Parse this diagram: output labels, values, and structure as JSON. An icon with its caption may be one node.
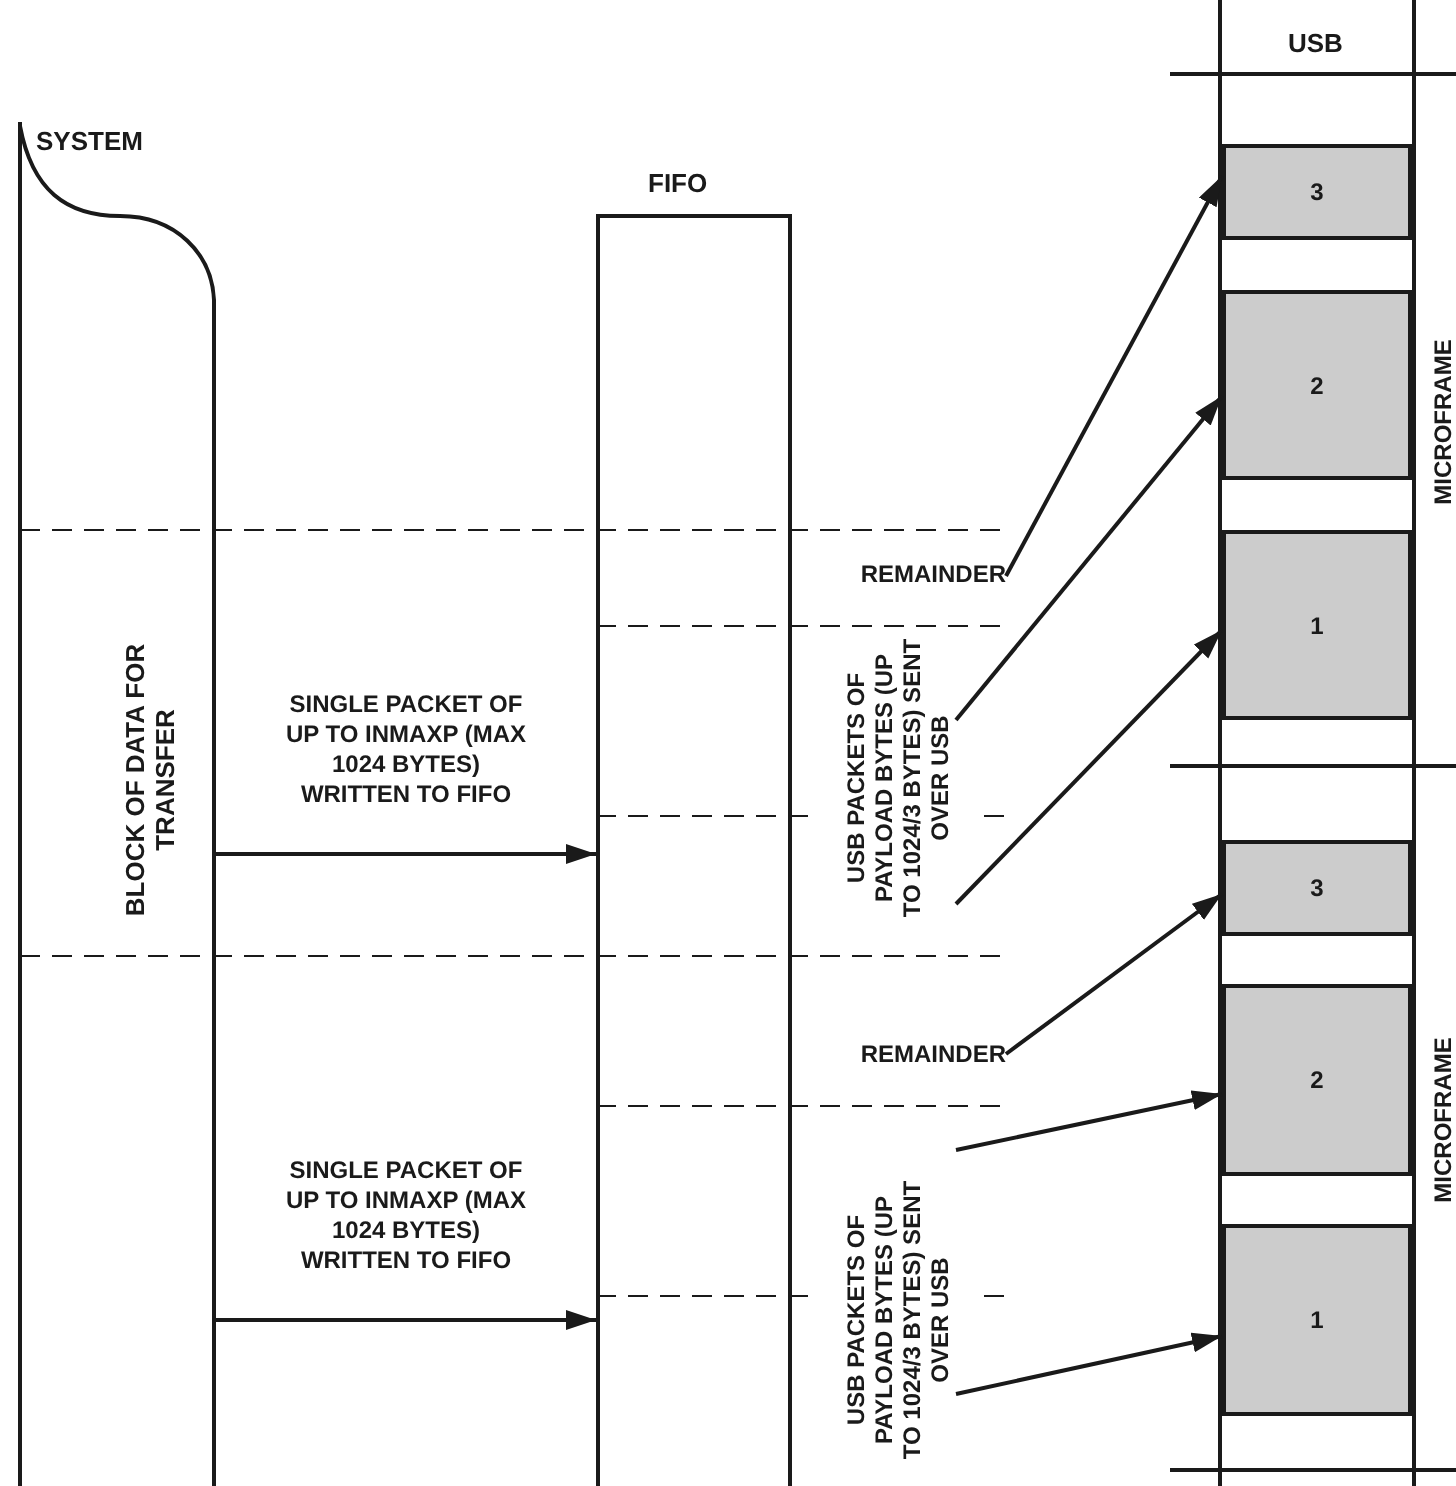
{
  "diagram": {
    "nodes": [
      {
        "text": [
          "SYSTEM",
          "BLOCK OF DATA FOR TRANSFER"
        ]
      },
      {
        "text": [
          "FIFO"
        ]
      },
      {
        "text": [
          "USB"
        ]
      },
      {
        "text": [
          "MICROFRAME"
        ],
        "in": 2
      },
      {
        "text": [
          "3"
        ],
        "in": 3
      },
      {
        "text": [
          "2"
        ],
        "in": 3
      },
      {
        "text": [
          "1"
        ],
        "in": 3
      },
      {
        "text": [
          "MICROFRAME"
        ],
        "in": 2
      },
      {
        "text": [
          "3"
        ],
        "in": 7
      },
      {
        "text": [
          "2"
        ],
        "in": 7
      },
      {
        "text": [
          "1"
        ],
        "in": 7
      },
      {
        "text": [
          "REMAINDER"
        ]
      },
      {
        "text": [
          "USB PACKETS OF PAYLOAD BYTES (UP TO 1024/3 BYTES) SENT OVER USB"
        ]
      },
      {
        "text": [
          "REMAINDER"
        ]
      },
      {
        "text": [
          "USB PACKETS OF PAYLOAD BYTES (UP TO 1024/3 BYTES) SENT OVER USB"
        ]
      }
    ],
    "edges": [
      {
        "from": 0,
        "to": 1,
        "arrow": "to",
        "label": "SINGLE PACKET OF UP TO INMAXP (MAX 1024 BYTES) WRITTEN TO FIFO"
      },
      {
        "from": 0,
        "to": 1,
        "arrow": "to",
        "label": "SINGLE PACKET OF UP TO INMAXP (MAX 1024 BYTES) WRITTEN TO FIFO"
      },
      {
        "from": 11,
        "to": 4,
        "arrow": "to"
      },
      {
        "from": 12,
        "to": 5,
        "arrow": "to"
      },
      {
        "from": 12,
        "to": 6,
        "arrow": "to"
      },
      {
        "from": 13,
        "to": 8,
        "arrow": "to"
      },
      {
        "from": 14,
        "to": 9,
        "arrow": "to"
      },
      {
        "from": 14,
        "to": 10,
        "arrow": "to"
      }
    ]
  }
}
